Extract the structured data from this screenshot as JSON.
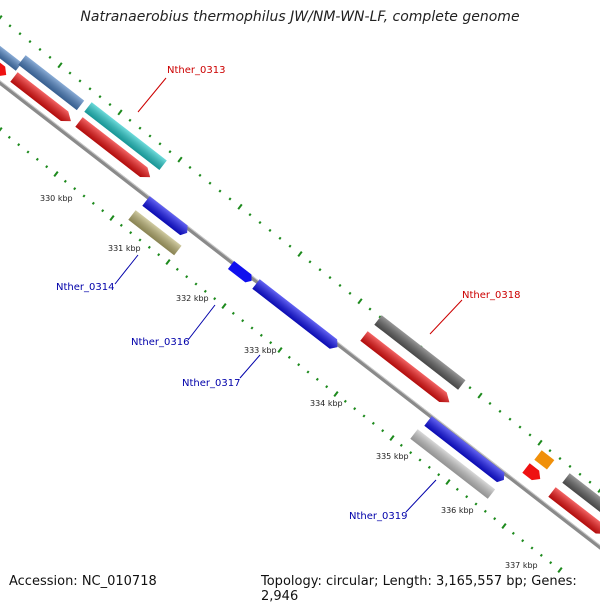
{
  "title": "Natranaerobius thermophilus JW/NM-WN-LF, complete genome",
  "footer": {
    "accession": "Accession: NC_010718",
    "summary": "Topology: circular; Length: 3,165,557 bp; Genes: 2,946"
  },
  "tick_labels": [
    "330 kbp",
    "331 kbp",
    "332 kbp",
    "333 kbp",
    "334 kbp",
    "335 kbp",
    "336 kbp",
    "337 kbp"
  ],
  "gene_labels": [
    {
      "text": "Nther_0313",
      "color": "#cc0000"
    },
    {
      "text": "Nther_0314",
      "color": "#0000aa"
    },
    {
      "text": "Nther_0316",
      "color": "#0000aa"
    },
    {
      "text": "Nther_0317",
      "color": "#0000aa"
    },
    {
      "text": "Nther_0318",
      "color": "#cc0000"
    },
    {
      "text": "Nther_0319",
      "color": "#0000aa"
    }
  ],
  "colors": {
    "backbone": "#8a8a8a",
    "tick": "#1d8a1d",
    "cds": "#ee1111",
    "forward_gene": "#4a7fc0",
    "rna": "#20c8c8",
    "blue_gene": "#1010ee",
    "olive_gene": "#b8b070",
    "gray_gene": "#606060",
    "light_gray_gene": "#c4c4c4",
    "orange_gene": "#f0900a"
  }
}
